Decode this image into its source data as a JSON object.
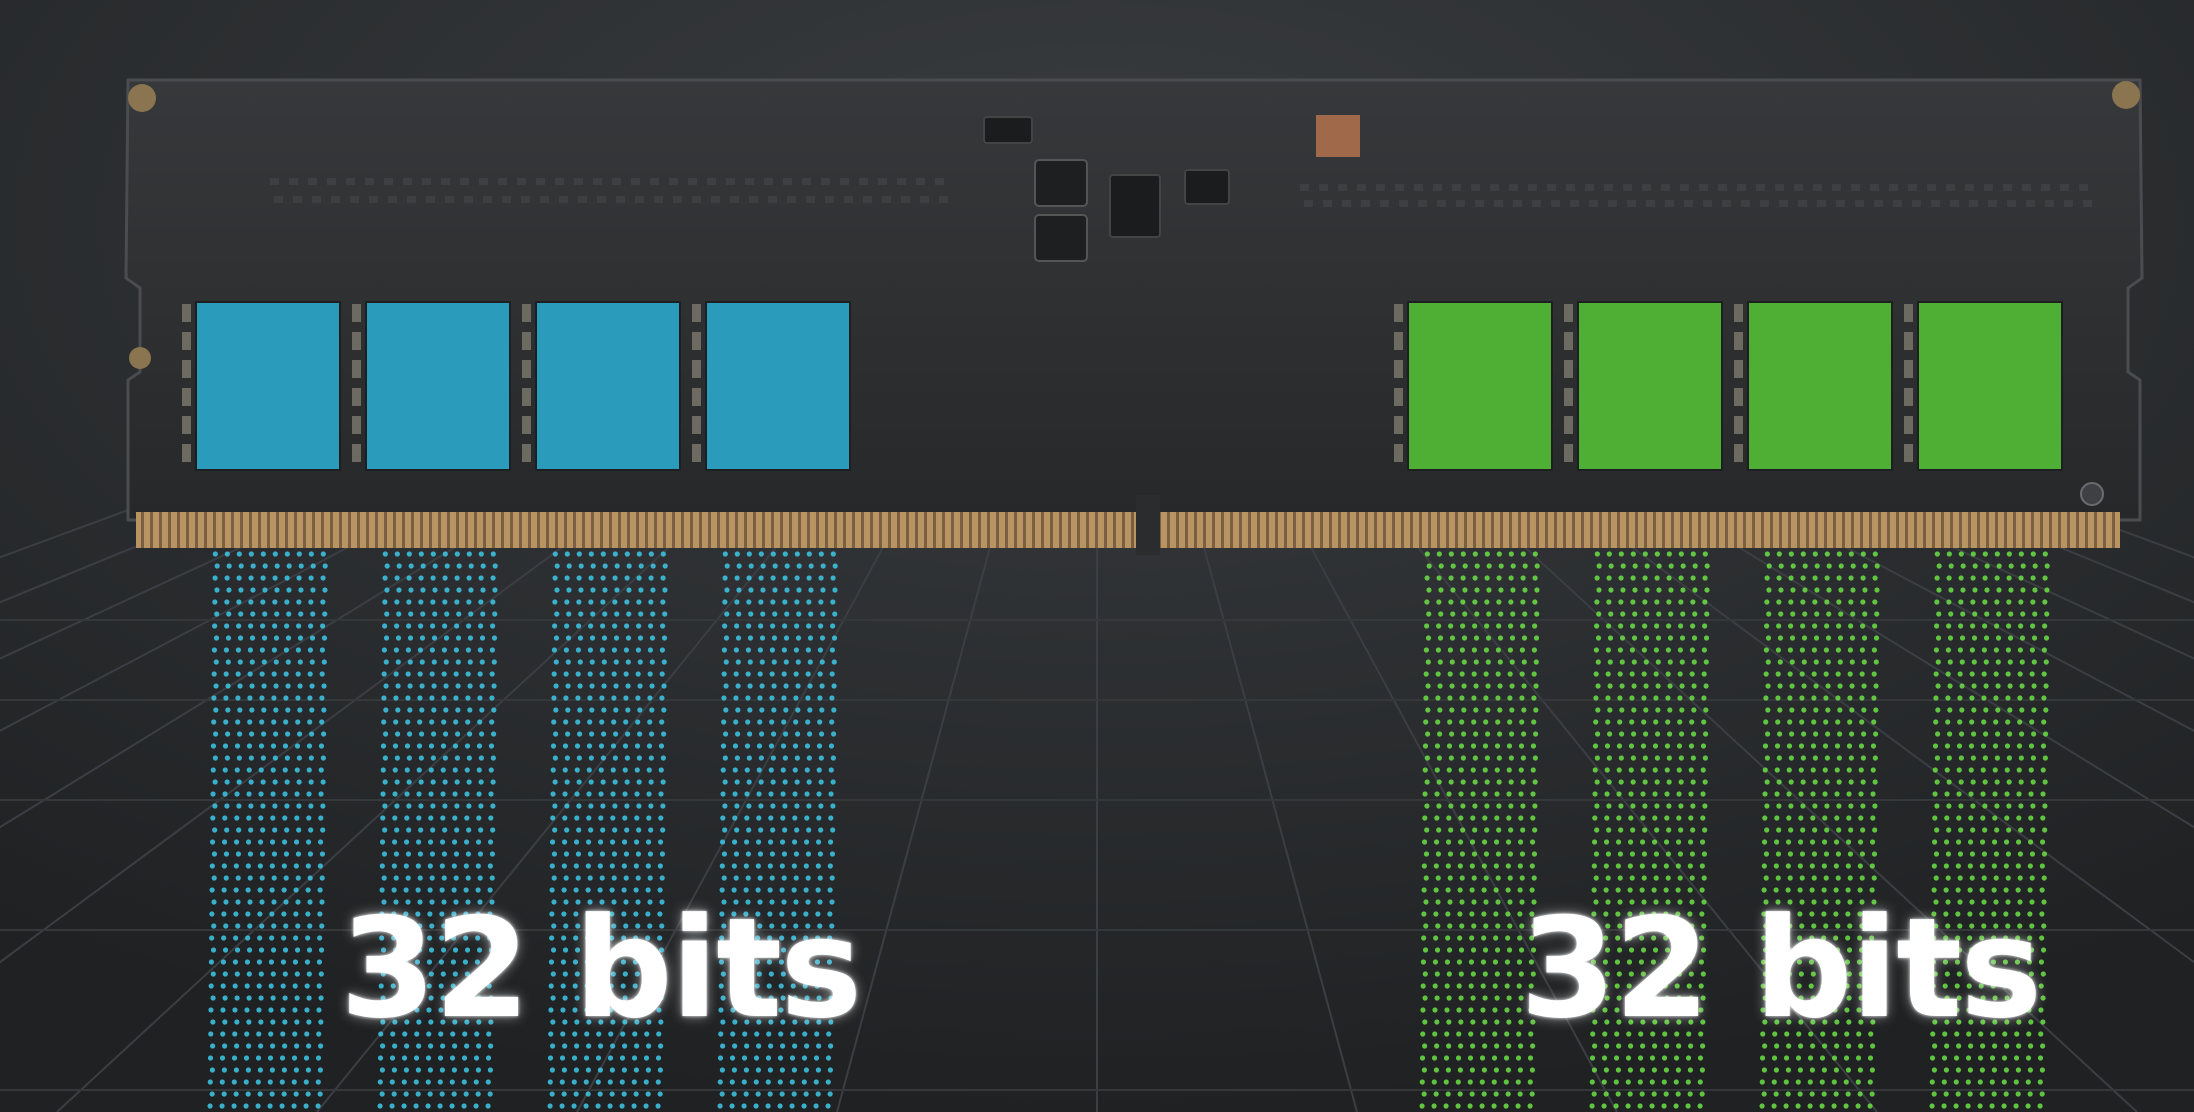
{
  "channels": [
    {
      "label": "32 bits",
      "color": "#2b9bbb",
      "dot_color": "#3ec8e8",
      "chip_count": 4
    },
    {
      "label": "32 bits",
      "color": "#4fae34",
      "dot_color": "#6ce045",
      "chip_count": 4
    }
  ],
  "colors": {
    "background": "#2a2c2e",
    "pcb": "#2b2d2f",
    "gold_contacts": "#b08a52"
  }
}
